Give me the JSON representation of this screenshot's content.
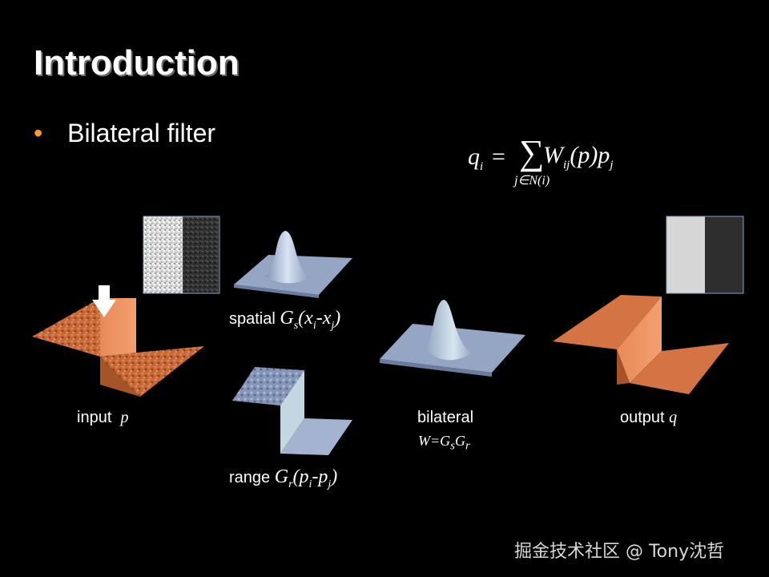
{
  "slide": {
    "title": "Introduction",
    "bullet": "Bilateral filter"
  },
  "formula": {
    "lhs_var": "q",
    "lhs_sub": "i",
    "equals": "=",
    "sum_symbol": "∑",
    "sum_under": "j∈N(i)",
    "rhs_var": "W",
    "rhs_sub": "ij",
    "rhs_mid": "(p)p",
    "rhs_end_sub": "j"
  },
  "labels": {
    "input_text": "input",
    "input_var": "p",
    "spatial_text": "spatial",
    "spatial_math": "G",
    "spatial_math_sub": "s",
    "spatial_args_1": "(x",
    "spatial_args_1_sub": "i",
    "spatial_args_2": "-x",
    "spatial_args_2_sub": "j",
    "spatial_args_3": ")",
    "range_text": "range",
    "range_math": "G",
    "range_math_sub": "r",
    "range_args_1": "(p",
    "range_args_1_sub": "i",
    "range_args_2": "-p",
    "range_args_2_sub": "j",
    "range_args_3": ")",
    "bilateral_text": "bilateral",
    "bilateral_formula_1": "W=G",
    "bilateral_formula_1_sub": "s",
    "bilateral_formula_2": "G",
    "bilateral_formula_2_sub": "r",
    "output_text": "output",
    "output_var": "q"
  },
  "watermark": "掘金技术社区 @ Tony沈哲",
  "colors": {
    "background": "#000000",
    "bullet": "#ff9933",
    "surface_orange": "#e0794a",
    "surface_orange_dark": "#b85d30",
    "surface_blue": "#a5b5d0",
    "surface_blue_dark": "#7788a8"
  }
}
